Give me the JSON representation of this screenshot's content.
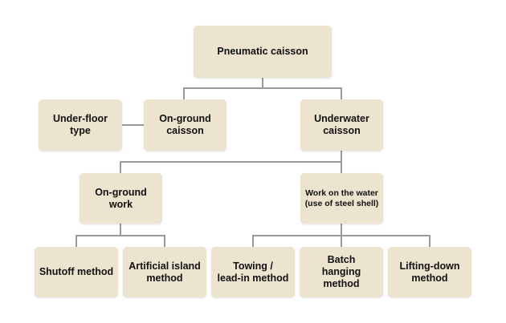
{
  "diagram": {
    "root": {
      "label": "Pneumatic caisson"
    },
    "under_floor_type": {
      "label": "Under-floor type"
    },
    "on_ground_caisson": {
      "label": "On-ground\ncaisson"
    },
    "underwater_caisson": {
      "label": "Underwater\ncaisson"
    },
    "on_ground_work": {
      "label": "On-ground\nwork"
    },
    "work_on_water": {
      "label": "Work on the water\n(use of steel shell)"
    },
    "shutoff_method": {
      "label": "Shutoff method"
    },
    "artificial_island_method": {
      "label": "Artificial island\nmethod"
    },
    "towing_method": {
      "label": "Towing /\nlead-in method"
    },
    "batch_hanging_method": {
      "label": "Batch\nhanging method"
    },
    "lifting_down_method": {
      "label": "Lifting-down\nmethod"
    }
  },
  "colors": {
    "node_fill": "#ede4cf",
    "connector": "#9a9a9a",
    "text": "#111111"
  }
}
